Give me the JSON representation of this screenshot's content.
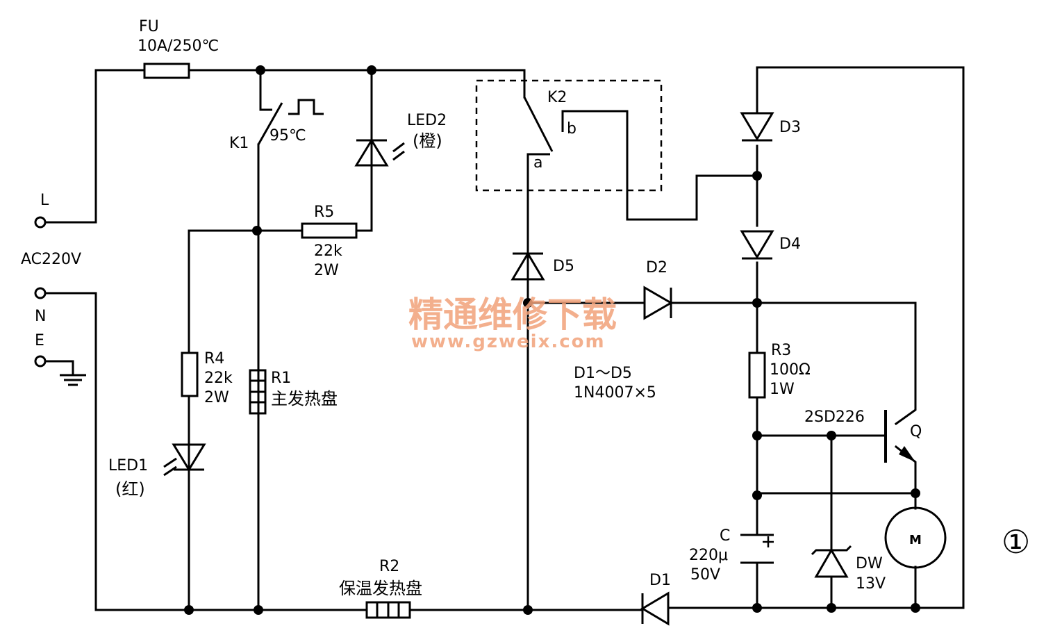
{
  "labels": {
    "fuse_name": "FU",
    "fuse_rating": "10A/250℃",
    "terminal_l": "L",
    "supply": "AC220V",
    "terminal_n": "N",
    "terminal_e": "E",
    "k1_name": "K1",
    "k1_temp": "95℃",
    "led2_name": "LED2",
    "led2_color": "(橙)",
    "r5_name": "R5",
    "r5_value": "22k",
    "r5_power": "2W",
    "r4_name": "R4",
    "r4_value": "22k",
    "r4_power": "2W",
    "r1_name": "R1",
    "r1_desc": "主发热盘",
    "led1_name": "LED1",
    "led1_color": "(红)",
    "r2_name": "R2",
    "r2_desc": "保温发热盘",
    "k2_name": "K2",
    "k2_contact_a": "a",
    "k2_contact_b": "b",
    "d5_name": "D5",
    "d2_name": "D2",
    "d1_name": "D1",
    "d3_name": "D3",
    "d4_name": "D4",
    "diode_range": "D1～D5",
    "diode_part": "1N4007×5",
    "r3_name": "R3",
    "r3_value": "100Ω",
    "r3_power": "1W",
    "transistor_part": "2SD226",
    "transistor_name": "Q",
    "cap_name": "C",
    "cap_value": "220μ",
    "cap_voltage": "50V",
    "zener_name": "DW",
    "zener_voltage": "13V",
    "motor_name": "M",
    "figure_number": "①"
  },
  "watermark": {
    "title": "精通维修下载",
    "url": "www.gzweix.com"
  }
}
